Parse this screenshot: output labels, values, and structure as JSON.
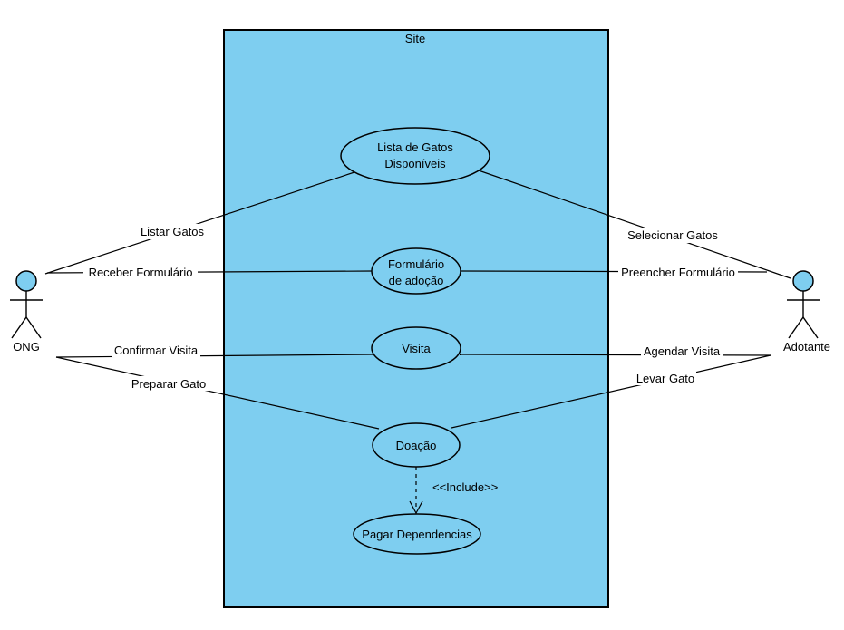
{
  "system": {
    "title": "Site"
  },
  "use_cases": {
    "lista_gatos": {
      "line1": "Lista de Gatos",
      "line2": "Disponíveis"
    },
    "formulario": {
      "line1": "Formulário",
      "line2": "de adoção"
    },
    "visita": {
      "label": "Visita"
    },
    "doacao": {
      "label": "Doação"
    },
    "pagar_dependencias": {
      "label": "Pagar Dependencias"
    }
  },
  "actors": {
    "ong": {
      "label": "ONG"
    },
    "adotante": {
      "label": "Adotante"
    }
  },
  "associations": {
    "listar_gatos": {
      "label": "Listar Gatos"
    },
    "selecionar_gatos": {
      "label": "Selecionar Gatos"
    },
    "receber_formulario": {
      "label": "Receber Formulário"
    },
    "preencher_formulario": {
      "label": "Preencher Formulário"
    },
    "confirmar_visita": {
      "label": "Confirmar Visita"
    },
    "agendar_visita": {
      "label": "Agendar Visita"
    },
    "preparar_gato": {
      "label": "Preparar Gato"
    },
    "levar_gato": {
      "label": "Levar Gato"
    }
  },
  "include": {
    "label": "<<Include>>"
  },
  "colors": {
    "node_fill": "#7ECEF0",
    "stroke": "#000000",
    "background": "#FFFFFF",
    "text": "#000000"
  }
}
